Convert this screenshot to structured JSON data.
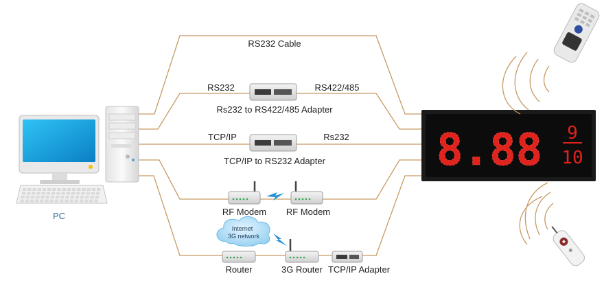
{
  "labels": {
    "rs232_cable": "RS232 Cable",
    "rs232": "RS232",
    "rs422_485": "RS422/485",
    "rs232_to_rs422_adapter": "Rs232 to RS422/485 Adapter",
    "tcpip": "TCP/IP",
    "rs232_lower": "Rs232",
    "tcpip_to_rs232_adapter": "TCP/IP to RS232 Adapter",
    "rf_modem_left": "RF Modem",
    "rf_modem_right": "RF Modem",
    "cloud_line1": "Internet",
    "cloud_line2": "3G network",
    "router": "Router",
    "router_3g": "3G Router",
    "tcpip_adapter": "TCP/IP Adapter",
    "pc": "PC"
  },
  "display": {
    "digits": "8.88",
    "fraction_top": "9",
    "fraction_bottom": "10",
    "digit_color": "#e0231d",
    "frame_color": "#1a1a1a"
  },
  "colors": {
    "wire": "#c69a63",
    "pc_label": "#2a6f97",
    "signal": "#1e90d6"
  },
  "icons": {
    "remote_top": "wireless-remote-keypad-icon",
    "remote_bottom": "wireless-remote-small-icon"
  }
}
